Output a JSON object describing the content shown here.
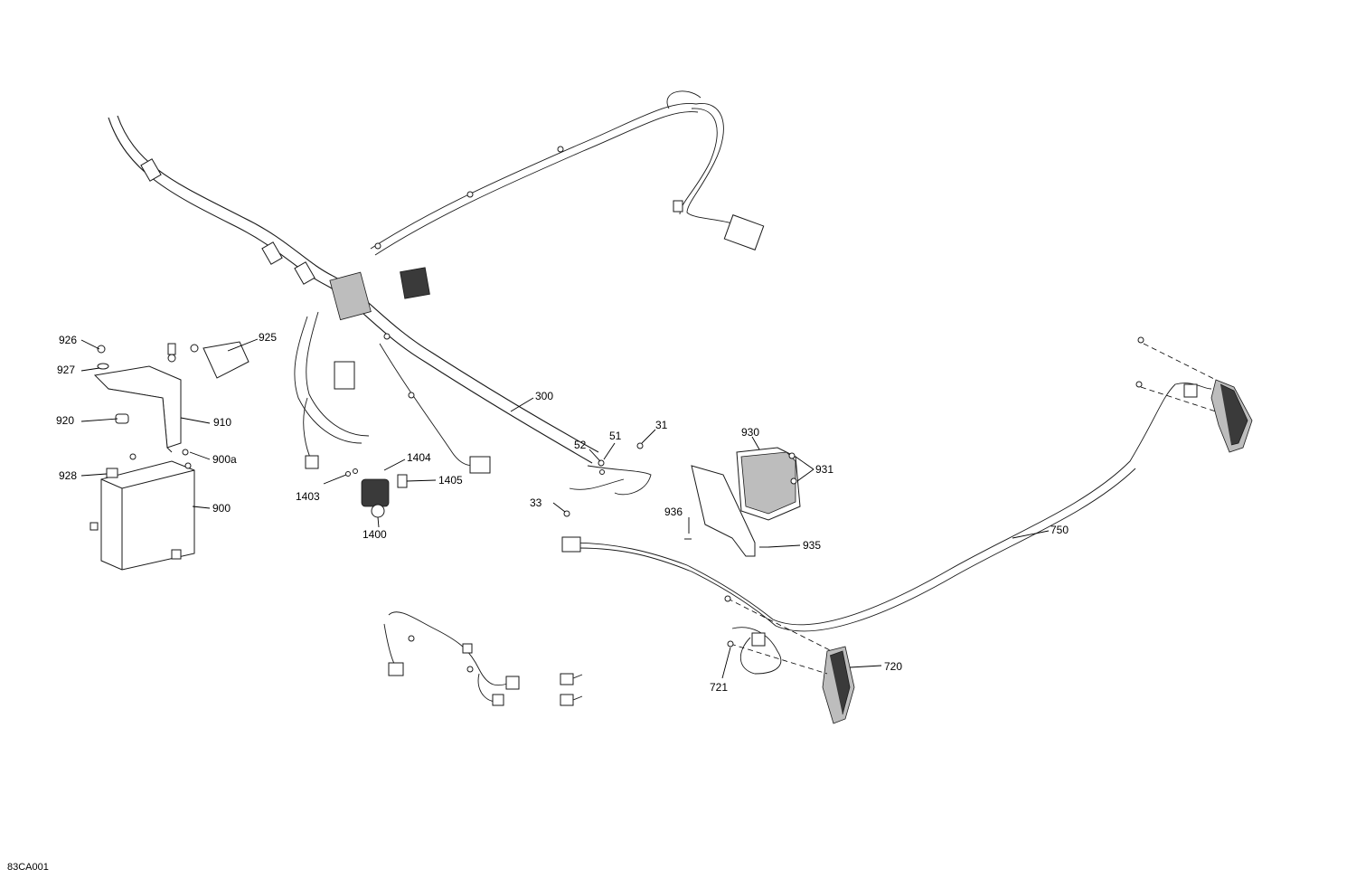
{
  "drawing_code": "83CA001",
  "callouts": {
    "c926": "926",
    "c927": "927",
    "c925": "925",
    "c920": "920",
    "c910": "910",
    "c900a": "900a",
    "c928": "928",
    "c900": "900",
    "c1403": "1403",
    "c1404": "1404",
    "c1405": "1405",
    "c1400": "1400",
    "c300": "300",
    "c52": "52",
    "c51": "51",
    "c31": "31",
    "c33": "33",
    "c930": "930",
    "c931": "931",
    "c936": "936",
    "c935": "935",
    "c750": "750",
    "c720": "720",
    "c721": "721"
  }
}
